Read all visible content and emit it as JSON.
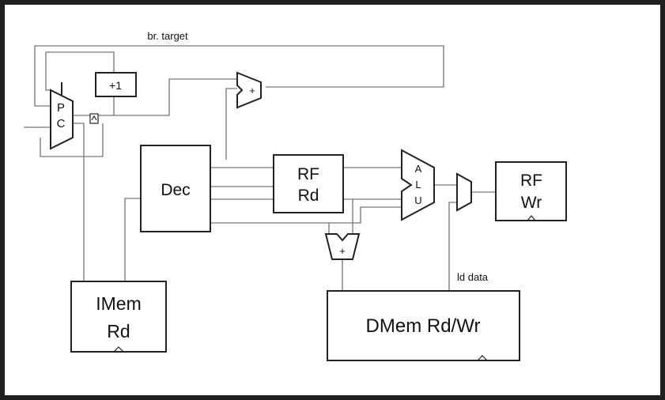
{
  "diagram": {
    "labels": {
      "br_target": "br. target",
      "ld_data": "ld data"
    },
    "blocks": {
      "plus_one": "+1",
      "pc_top": "P",
      "pc_bottom": "C",
      "adder_branch": "+",
      "dec": "Dec",
      "rf_rd_line1": "RF",
      "rf_rd_line2": "Rd",
      "alu_a": "A",
      "alu_l": "L",
      "alu_u": "U",
      "rf_wr_line1": "RF",
      "rf_wr_line2": "Wr",
      "adder_addr": "+",
      "imem_line1": "IMem",
      "imem_line2": "Rd",
      "dmem": "DMem Rd/Wr"
    }
  }
}
